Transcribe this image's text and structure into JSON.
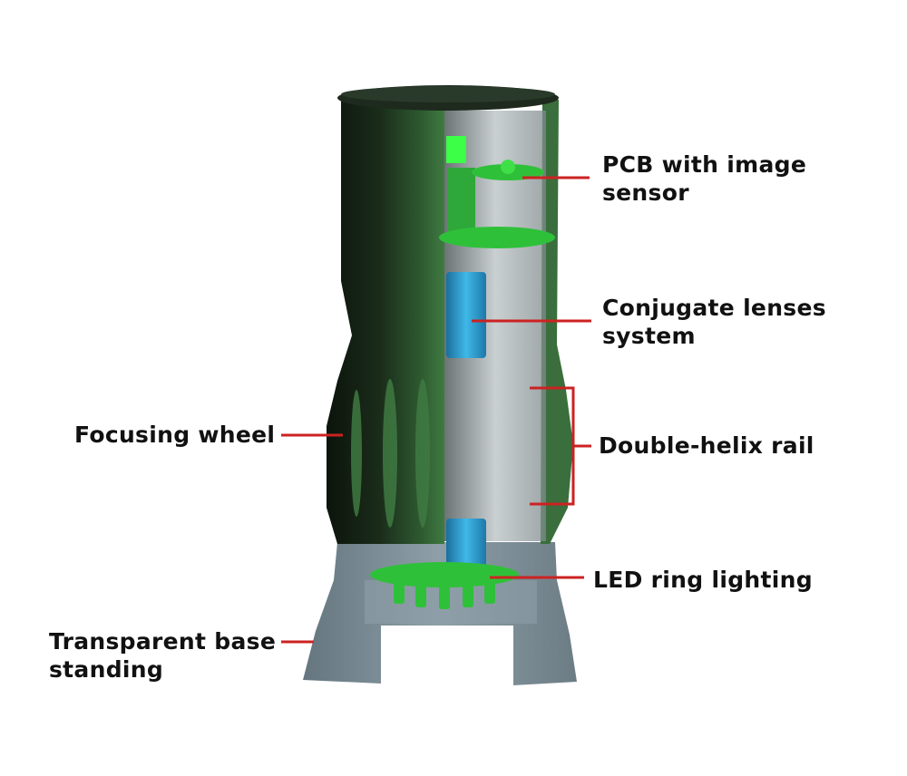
{
  "colors": {
    "leader": "#cc2222",
    "body_dark": "#0f1a0f",
    "body_green": "#2f5a33",
    "pcb_green": "#2fc03a",
    "lens_blue": "#2a9ed6",
    "base": "#5b6f7c",
    "inner_cavity": "#9aa4a8"
  },
  "labels": {
    "pcb": {
      "line1": "PCB with image",
      "line2": "sensor"
    },
    "lenses": {
      "line1": "Conjugate lenses",
      "line2": "system"
    },
    "helix": "Double-helix rail",
    "focusing": "Focusing wheel",
    "led": "LED ring lighting",
    "base": {
      "line1": "Transparent base",
      "line2": "standing"
    }
  }
}
